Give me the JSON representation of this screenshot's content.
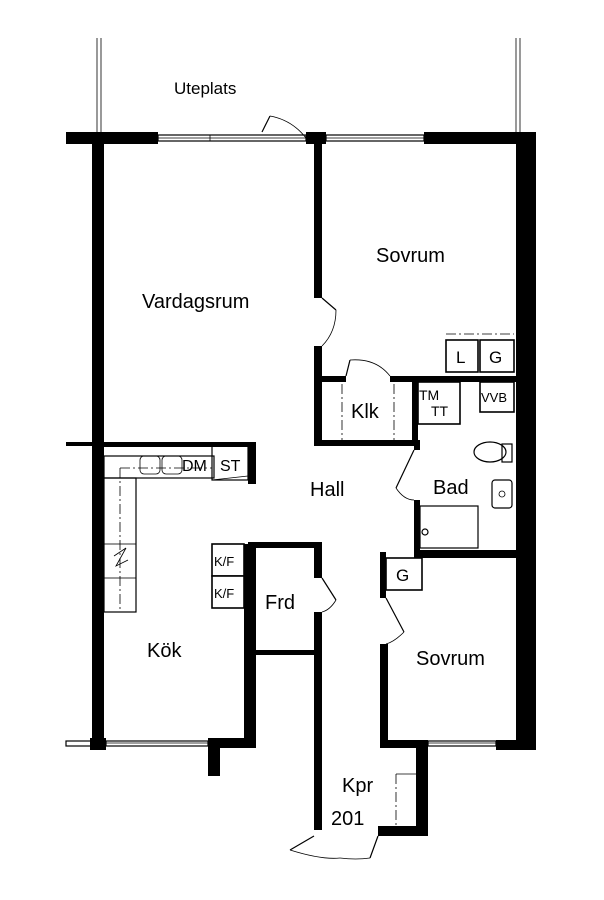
{
  "rooms": {
    "uteplats": "Uteplats",
    "vardagsrum": "Vardagsrum",
    "sovrum_top": "Sovrum",
    "klk": "Klk",
    "hall": "Hall",
    "bad": "Bad",
    "kok": "Kök",
    "frd": "Frd",
    "sovrum_bottom": "Sovrum",
    "kpr": "Kpr",
    "apartment_number": "201"
  },
  "fixtures": {
    "l": "L",
    "g_top": "G",
    "tm": "TM",
    "tt": "TT",
    "vvb": "VVB",
    "dm": "DM",
    "st": "ST",
    "kf_1": "K/F",
    "kf_2": "K/F",
    "g_bottom": "G"
  }
}
